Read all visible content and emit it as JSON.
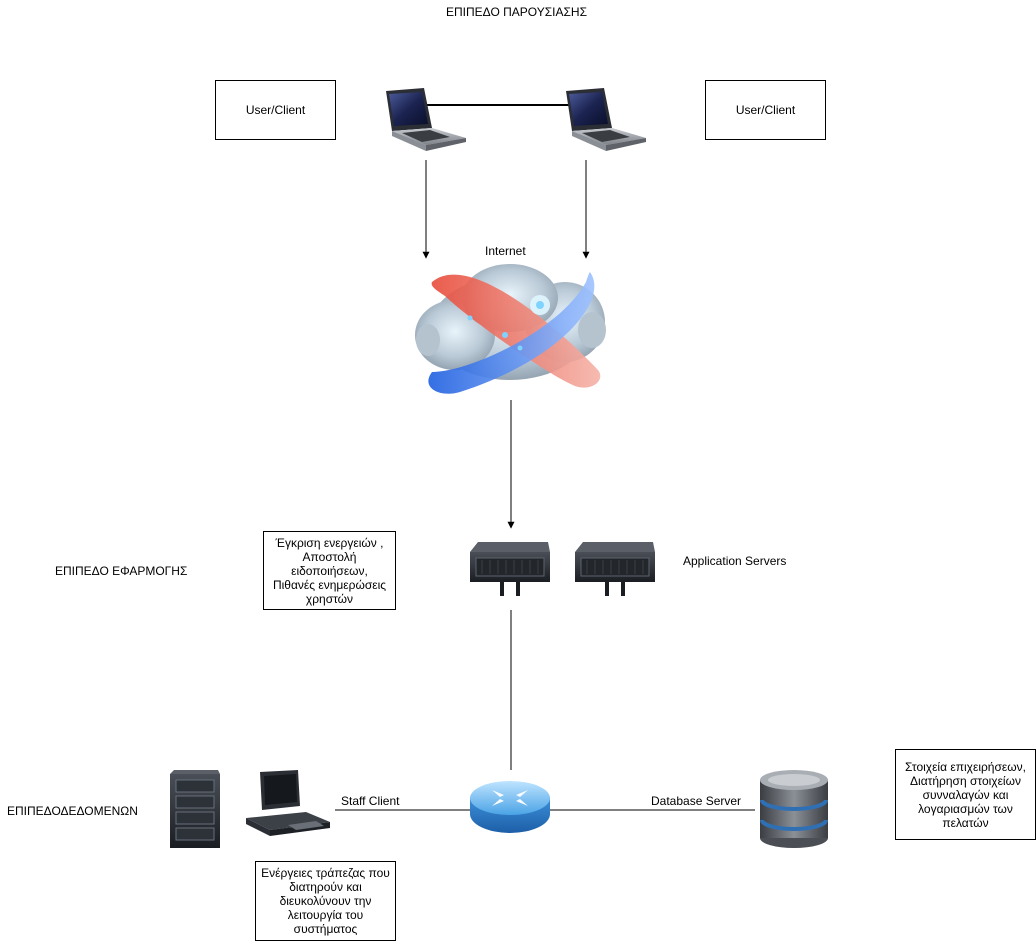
{
  "layers": {
    "presentation": "ΕΠΙΠΕΔΟ ΠΑΡΟΥΣΙΑΣΗΣ",
    "application": "ΕΠΙΠΕΔΟ ΕΦΑΡΜΟΓΗΣ",
    "data": "ΕΠΙΠΕΔΟΔΕΔΟΜΕΝΩΝ"
  },
  "clients": {
    "left_label": "User/Client",
    "right_label": "User/Client"
  },
  "internet_label": "Internet",
  "application": {
    "servers_label": "Application Servers",
    "note": "Έγκριση ενεργειών ,\nΑποστολή\nειδοποιήσεων,\nΠιθανές ενημερώσεις\nχρηστών"
  },
  "data_layer": {
    "staff_client_label": "Staff Client",
    "database_server_label": "Database Server",
    "staff_note": "Ενέργειες τράπεζας που\nδιατηρούν και\nδιευκολύνουν την\nλειτουργία του\nσυστήματος",
    "db_note": "Στοιχεία επιχειρήσεων,\nΔιατήρηση στοιχείων\nσυνναλαγών και\nλογαριασμών των\nπελατών"
  },
  "icons": [
    "laptop-icon",
    "cloud-icon",
    "server-icon",
    "router-icon",
    "rack-icon",
    "workstation-icon",
    "database-icon"
  ]
}
